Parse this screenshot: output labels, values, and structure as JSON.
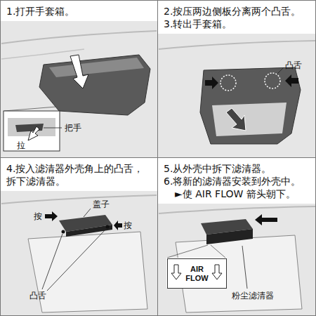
{
  "diagram": {
    "nodes": [
      {
        "text": [
          "1.打开手套箱。"
        ]
      },
      {
        "text": [
          "2.按压两边侧板分离两个凸舌。",
          "3.转出手套箱。"
        ]
      },
      {
        "text": [
          "4.按入滤清器外壳角上的凸舌， 拆下滤清器。"
        ]
      },
      {
        "text": [
          "5.从外壳中拆下滤清器。",
          "6.将新的滤清器安装到外壳中。",
          "►使 AIR FLOW 箭头朝下。"
        ]
      },
      {
        "text": [
          "AIR FLOW"
        ],
        "in": 3
      }
    ],
    "labels": [
      "把手",
      "拉",
      "凸舌",
      "盖子",
      "按",
      "按",
      "凸舌",
      "粉尘滤清器"
    ]
  }
}
